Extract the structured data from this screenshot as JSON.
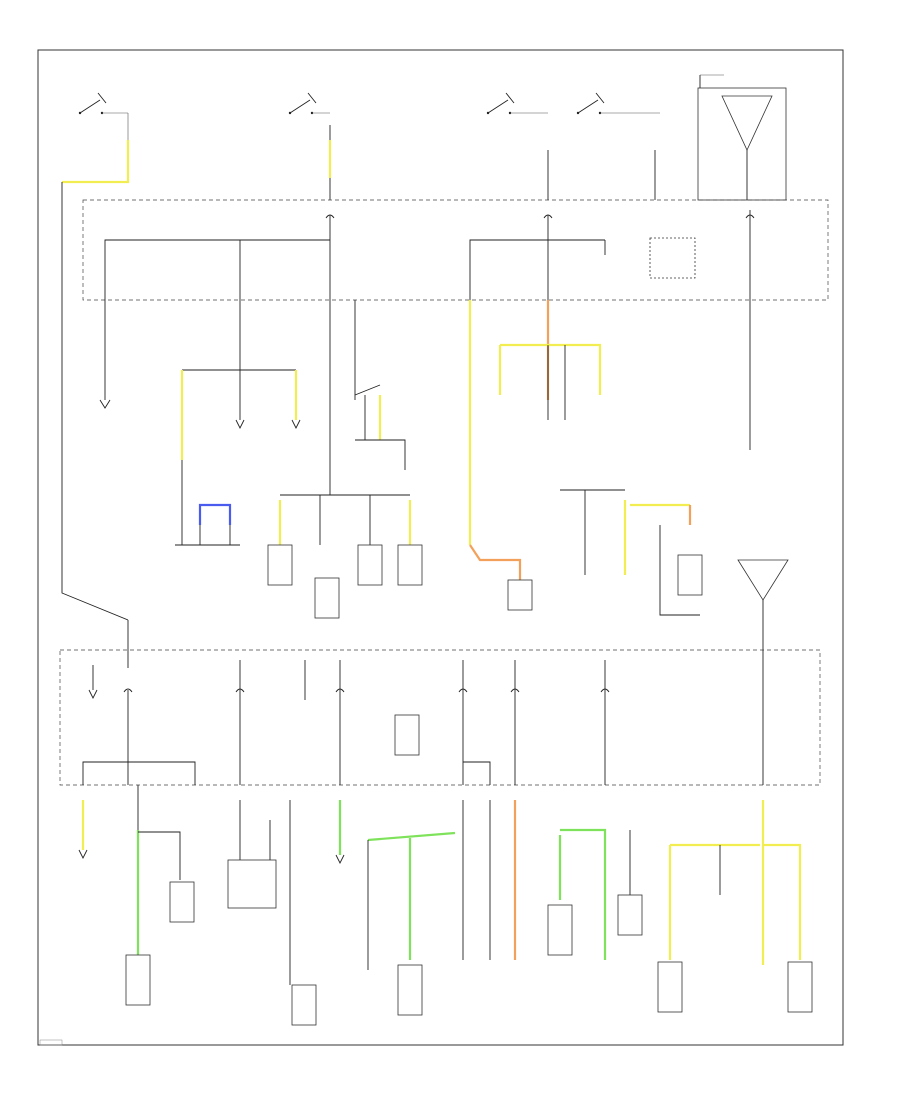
{
  "diagram": {
    "title": "",
    "reference_code": "",
    "colors": {
      "wire_dark": "#222222",
      "wire_yellow": "#f2ee52",
      "wire_green": "#7ee35a",
      "wire_orange": "#f3a15a",
      "wire_blue": "#4a5cf0",
      "background": "#ffffff"
    },
    "components": [
      {
        "id": "ignition-switch-1"
      },
      {
        "id": "ignition-switch-2"
      },
      {
        "id": "ignition-switch-3"
      },
      {
        "id": "ignition-switch-4"
      },
      {
        "id": "under-hood-fuse-box-top"
      },
      {
        "id": "under-dash-fuse-box-top"
      },
      {
        "id": "under-dash-fuse-box-right"
      },
      {
        "id": "under-dash-fuse-box-bottom"
      },
      {
        "id": "relay-block"
      },
      {
        "id": "connector-row-lower"
      }
    ]
  }
}
